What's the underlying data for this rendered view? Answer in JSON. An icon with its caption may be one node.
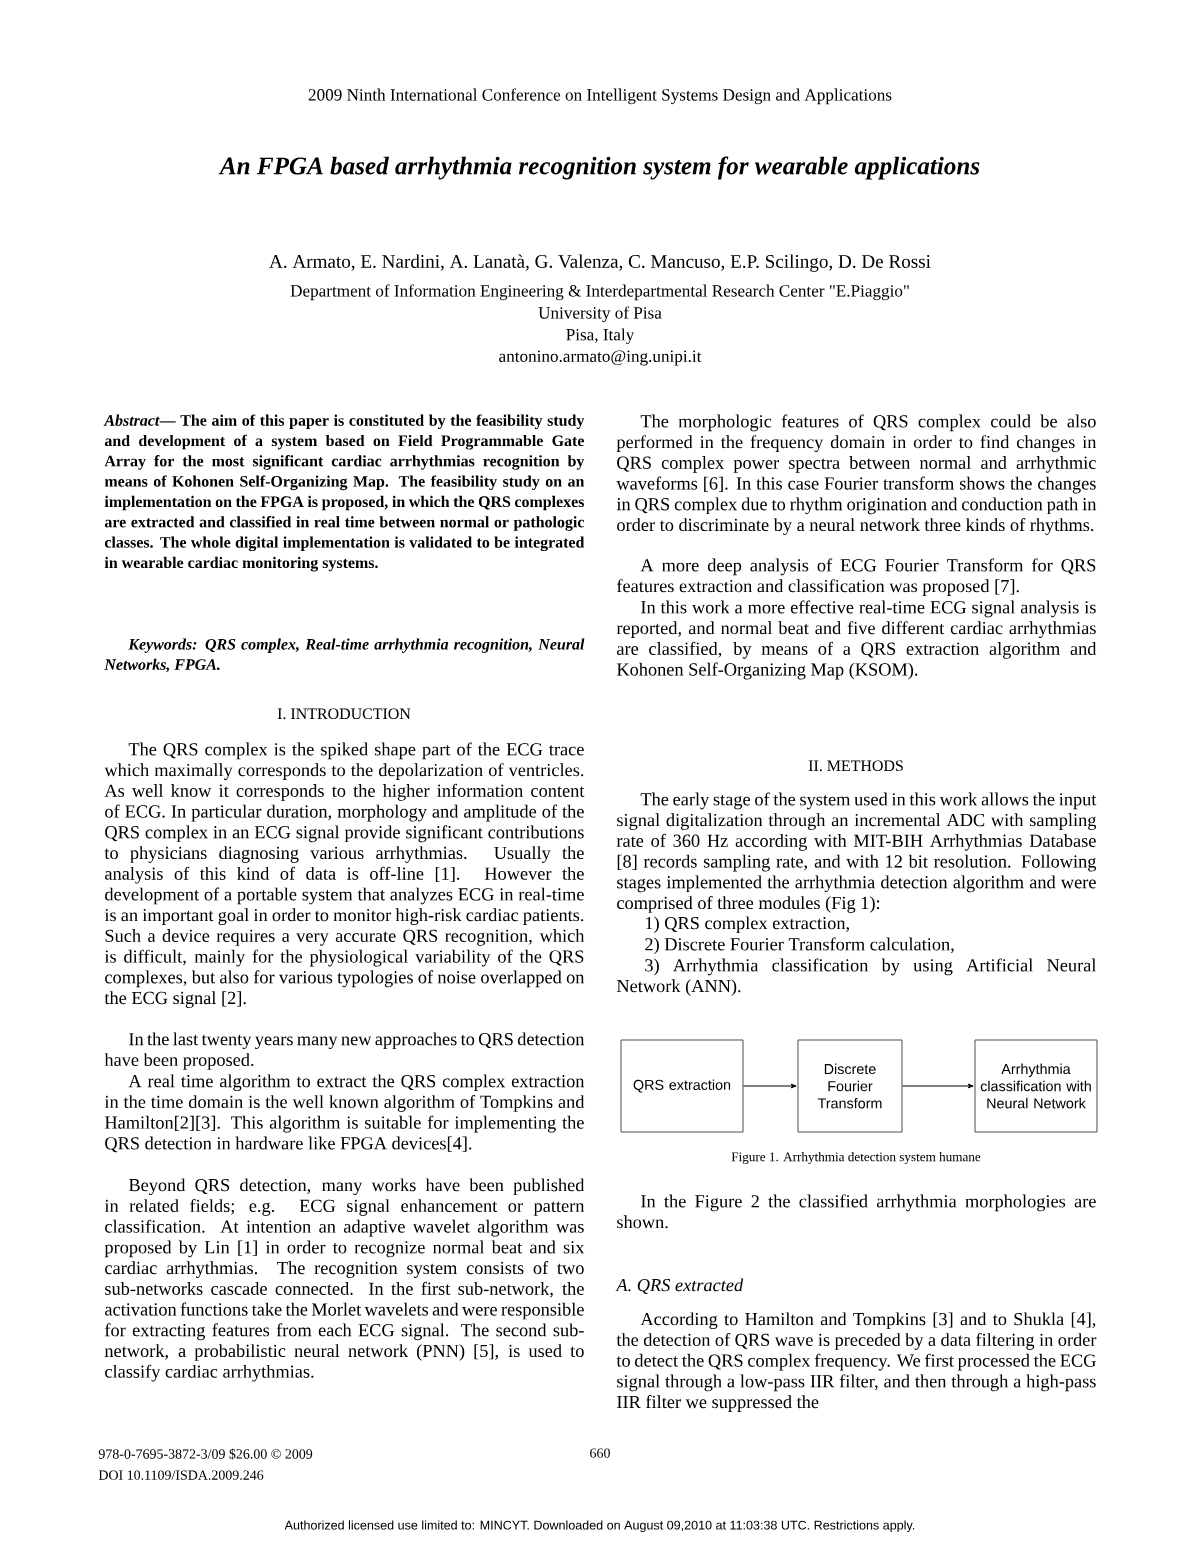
{
  "diagram": {
    "title": "An FPGA based arrhythmia recognition system for wearable applications",
    "caption": "Figure 1. Arrhythmia detection system humane",
    "nodes": [
      {
        "text": [
          "QRS extraction"
        ]
      },
      {
        "text": [
          "Discrete Fourier Transform"
        ]
      },
      {
        "text": [
          "Arrhythmia classification with Neural Network"
        ]
      }
    ],
    "edges": [
      {
        "from": 0,
        "to": 1,
        "arrow": "to"
      },
      {
        "from": 1,
        "to": 2,
        "arrow": "to"
      }
    ],
    "labels": [
      "2009 Ninth International Conference on Intelligent Systems Design and Applications",
      "A. Armato, E. Nardini, A. Lanatà, G. Valenza, C. Mancuso, E.P. Scilingo, D. De Rossi",
      "Department of Information Engineering & Interdepartmental Research Center \"E.Piaggio\"",
      "University of Pisa",
      "Pisa, Italy",
      "antonino.armato@ing.unipi.it",
      "*Abstract*— The aim of this paper is constituted by the feasibility study and development of a system based on Field Programmable Gate Array for the most significant cardiac arrhythmias recognition by means of Kohonen Self-Organizing Map. The feasibility study on an implementation on the FPGA is proposed, in which the QRS complexes are extracted and classified in real time between normal or pathologic classes. The whole digital implementation is validated to be integrated in wearable cardiac monitoring systems.",
      "Keywords: QRS complex, Real-time arrhythmia recognition, Neural Networks, FPGA.",
      "I. INTRODUCTION",
      "The QRS complex is the spiked shape part of the ECG trace which maximally corresponds to the depolarization of ventricles. As well know it corresponds to the higher information content of ECG. In particular duration, morphology and amplitude of the QRS complex in an ECG signal provide significant contributions to physicians diagnosing various arrhythmias. Usually the analysis of this kind of data is off-line [1]. However the development of a portable system that analyzes ECG in real-time is an important goal in order to monitor high-risk cardiac patients. Such a device requires a very accurate QRS recognition, which is difficult, mainly for the physiological variability of the QRS complexes, but also for various typologies of noise overlapped on the ECG signal [2].",
      "In the last twenty years many new approaches to QRS detection have been proposed.",
      "A real time algorithm to extract the QRS complex extraction in the time domain is the well known algorithm of Tompkins and Hamilton[2][3]. This algorithm is suitable for implementing the QRS detection in hardware like FPGA devices[4].",
      "Beyond QRS detection, many works have been published in related fields; e.g. ECG signal enhancement or pattern classification. At intention an adaptive wavelet algorithm was proposed by Lin [1] in order to recognize normal beat and six cardiac arrhythmias. The recognition system consists of two sub-networks cascade connected. In the first sub-network, the activation functions take the Morlet wavelets and were responsible for extracting features from each ECG signal. The second sub-network, a probabilistic neural network (PNN) [5], is used to classify cardiac arrhythmias.",
      "The morphologic features of QRS complex could be also performed in the frequency domain in order to find changes in QRS complex power spectra between normal and arrhythmic waveforms [6]. In this case Fourier transform shows the changes in QRS complex due to rhythm origination and conduction path in order to discriminate by a neural network three kinds of rhythms.",
      "A more deep analysis of ECG Fourier Transform for QRS features extraction and classification was proposed [7].",
      "In this work a more effective real-time ECG signal analysis is reported, and normal beat and five different cardiac arrhythmias are classified, by means of a QRS extraction algorithm and Kohonen Self-Organizing Map (KSOM).",
      "II. METHODS",
      "The early stage of the system used in this work allows the input signal digitalization through an incremental ADC with sampling rate of 360 Hz according with MIT-BIH Arrhythmias Database [8] records sampling rate, and with 12 bit resolution. Following stages implemented the arrhythmia detection algorithm and were comprised of three modules (Fig 1):",
      "1) QRS complex extraction,",
      "2) Discrete Fourier Transform calculation,",
      "3) Arrhythmia classification by using Artificial Neural Network (ANN).",
      "In the Figure 2 the classified arrhythmia morphologies are shown.",
      "A. QRS extracted",
      "According to Hamilton and Tompkins [3] and to Shukla [4], the detection of QRS wave is preceded by a data filtering in order to detect the QRS complex frequency. We first processed the ECG signal through a low-pass IIR filter, and then through a high-pass IIR filter we suppressed the",
      "978-0-7695-3872-3/09 $26.00 © 2009",
      "DOI 10.1109/ISDA.2009.246",
      "660",
      "Authorized licensed use limited to: MINCYT. Downloaded on August 09,2010 at 11:03:38 UTC. Restrictions apply."
    ]
  }
}
